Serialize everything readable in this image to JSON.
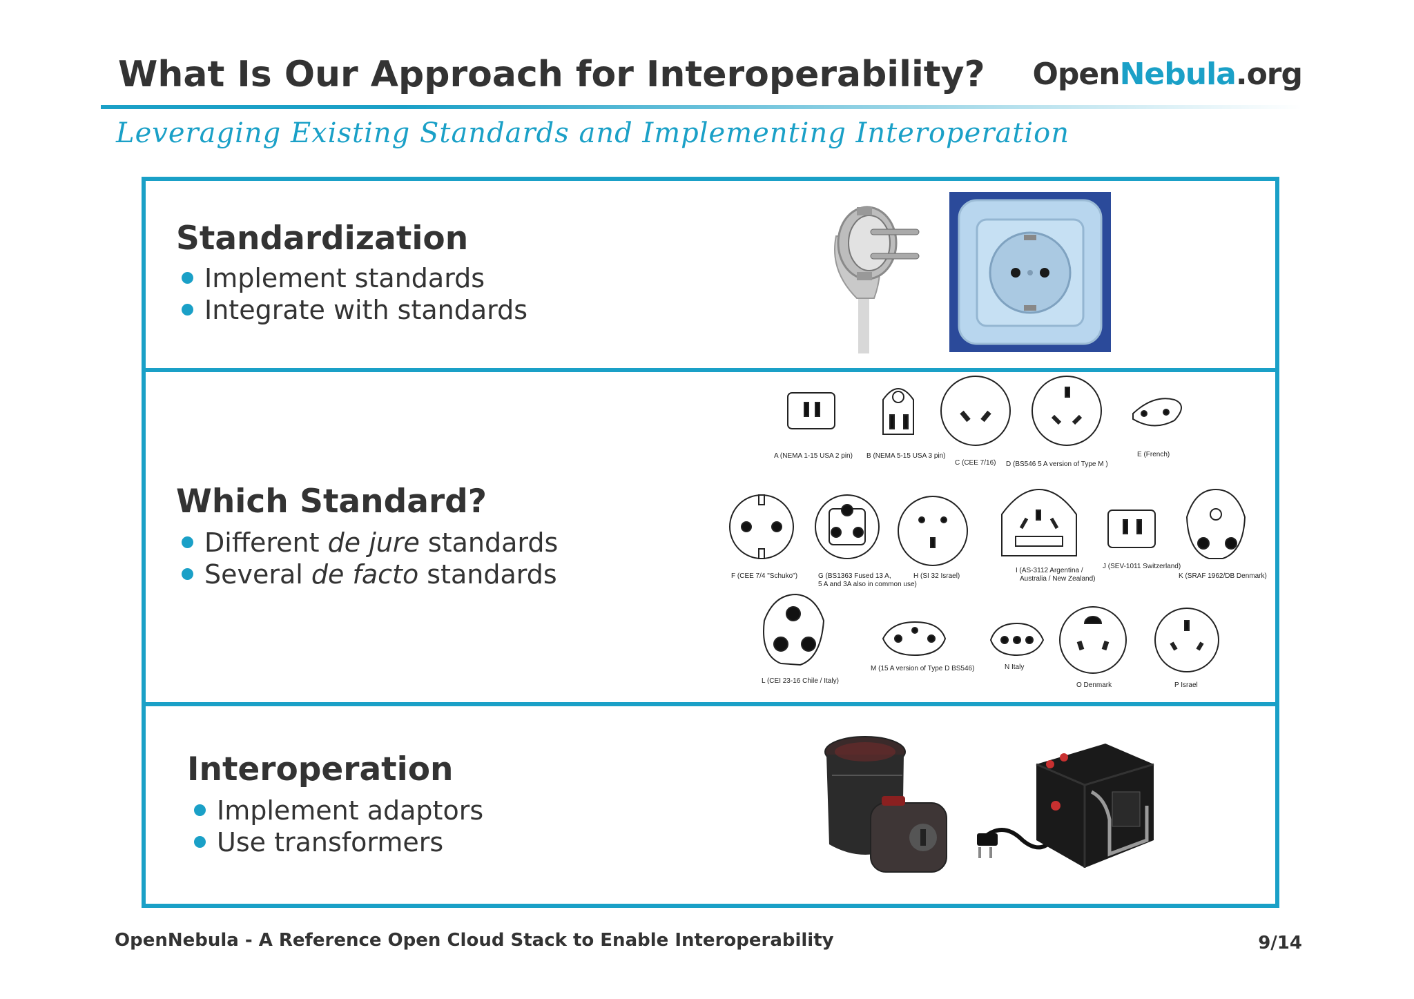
{
  "header": {
    "title": "What Is Our Approach for Interoperability?",
    "brand_part1": "Open",
    "brand_part2": "Nebula",
    "brand_part3": ".org",
    "subtitle": "Leveraging Existing Standards and Implementing Interoperation"
  },
  "sections": {
    "standardization": {
      "heading": "Standardization",
      "bullets": [
        "Implement standards",
        "Integrate with standards"
      ]
    },
    "which_standard": {
      "heading": "Which Standard?",
      "bullet1_pre": "Different ",
      "bullet1_em": "de jure",
      "bullet1_post": " standards",
      "bullet2_pre": "Several ",
      "bullet2_em": "de facto",
      "bullet2_post": " standards",
      "plug_labels": {
        "A": "A (NEMA 1-15 USA 2 pin)",
        "B": "B (NEMA 5-15 USA 3 pin)",
        "C": "C (CEE 7/16)",
        "D": "D (BS546 5 A version of Type M )",
        "E": "E (French)",
        "F": "F (CEE 7/4 \"Schuko\")",
        "G1": "G (BS1363 Fused 13 A,",
        "G2": "5 A and 3A also in common use)",
        "H": "H (SI 32 Israel)",
        "I1": "I (AS-3112 Argentina /",
        "I2": "Australia / New Zealand)",
        "J": "J (SEV-1011 Switzerland)",
        "K": "K (SRAF 1962/DB Denmark)",
        "L": "L (CEI 23-16 Chile / Italy)",
        "M": "M (15 A version of Type D BS546)",
        "N": "N Italy",
        "O": "O Denmark",
        "P": "P Israel"
      }
    },
    "interoperation": {
      "heading": "Interoperation",
      "bullets": [
        "Implement adaptors",
        "Use transformers"
      ]
    }
  },
  "footer": {
    "text": "OpenNebula - A Reference Open Cloud Stack to Enable Interoperability",
    "page": "9/14"
  }
}
